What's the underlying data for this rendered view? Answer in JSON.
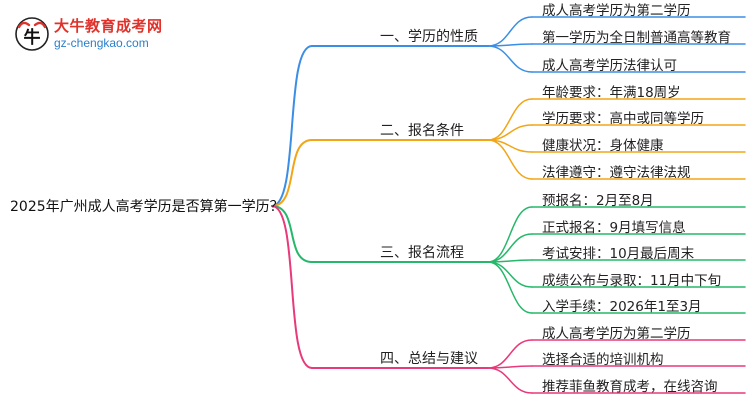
{
  "site": {
    "name": "大牛教育成考网",
    "url": "gz-chengkao.com",
    "logo_icon": "bull-logo-icon"
  },
  "root": "2025年广州成人高考学历是否算第一学历？",
  "branches": [
    {
      "label": "一、学历的性质",
      "color": "#3a8ee6",
      "items": [
        "成人高考学历为第二学历",
        "第一学历为全日制普通高等教育",
        "成人高考学历法律认可"
      ]
    },
    {
      "label": "二、报名条件",
      "color": "#f2a516",
      "items": [
        "年龄要求：年满18周岁",
        "学历要求：高中或同等学历",
        "健康状况：身体健康",
        "法律遵守：遵守法律法规"
      ]
    },
    {
      "label": "三、报名流程",
      "color": "#26b86a",
      "items": [
        "预报名：2月至8月",
        "正式报名：9月填写信息",
        "考试安排：10月最后周末",
        "成绩公布与录取：11月中下旬",
        "入学手续：2026年1至3月"
      ]
    },
    {
      "label": "四、总结与建议",
      "color": "#e8397a",
      "items": [
        "成人高考学历为第二学历",
        "选择合适的培训机构",
        "推荐菲鱼教育成考，在线咨询"
      ]
    }
  ]
}
